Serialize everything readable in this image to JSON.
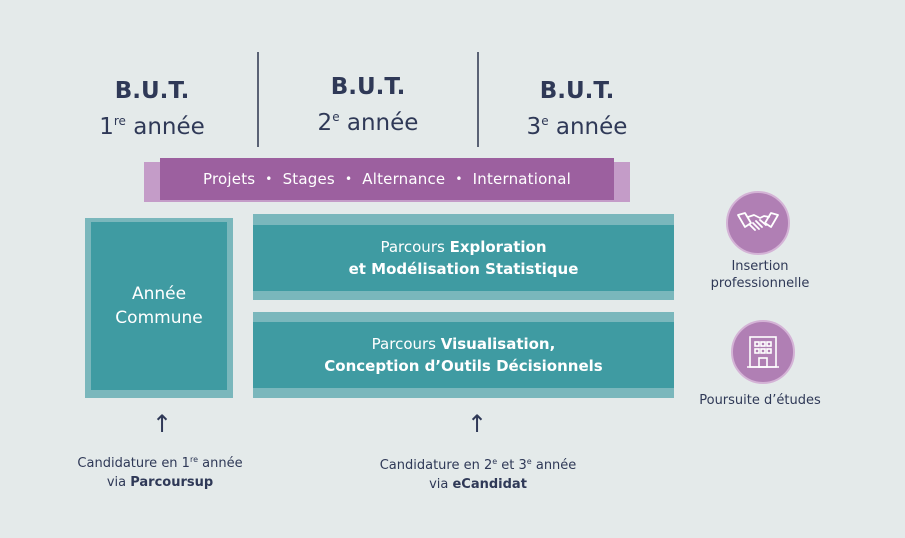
{
  "years": [
    {
      "but": "B.U.T.",
      "num": "1",
      "sup": "re",
      "word": "année"
    },
    {
      "but": "B.U.T.",
      "num": "2",
      "sup": "e",
      "word": "année"
    },
    {
      "but": "B.U.T.",
      "num": "3",
      "sup": "e",
      "word": "année"
    }
  ],
  "banner": {
    "items": [
      "Projets",
      "Stages",
      "Alternance",
      "International"
    ],
    "separator": "•"
  },
  "annee_commune": {
    "line1": "Année",
    "line2": "Commune"
  },
  "parcours": [
    {
      "prefix": "Parcours ",
      "bold1": "Exploration",
      "bold2": "et Modélisation Statistique"
    },
    {
      "prefix": "Parcours ",
      "bold1": "Visualisation,",
      "bold2": "Conception d’Outils Décisionnels"
    }
  ],
  "outcomes": [
    {
      "icon": "handshake-icon",
      "line1": "Insertion",
      "line2": "professionnelle"
    },
    {
      "icon": "building-icon",
      "line1": "Poursuite d’études",
      "line2": ""
    }
  ],
  "arrow_glyph": "↑",
  "candidatures": [
    {
      "line1a": "Candidature en 1",
      "sup1": "re",
      "line1b": " année",
      "via": "via ",
      "platform": "Parcoursup"
    },
    {
      "line1a": "Candidature en 2",
      "sup1": "e",
      "line1b": " et 3",
      "sup2": "e",
      "line1c": " année",
      "via": "via ",
      "platform": "eCandidat"
    }
  ],
  "colors": {
    "teal": "#3f9ba2",
    "teal_light": "#7ab7bc",
    "purple": "#9c609f",
    "purple_light": "#c49cc8",
    "navy": "#2f3957",
    "background": "#e4eaea"
  }
}
